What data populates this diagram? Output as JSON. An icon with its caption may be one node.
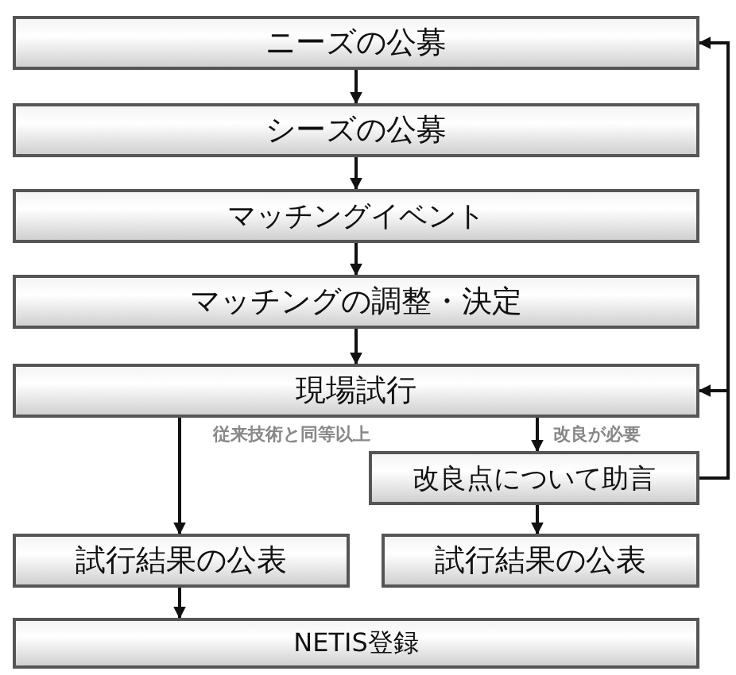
{
  "diagram": {
    "nodes": [
      {
        "text": [
          "ニーズの公募"
        ]
      },
      {
        "text": [
          "シーズの公募"
        ]
      },
      {
        "text": [
          "マッチングイベント"
        ]
      },
      {
        "text": [
          "マッチングの調整・決定"
        ]
      },
      {
        "text": [
          "現場試行"
        ]
      },
      {
        "text": [
          "改良点について助言"
        ]
      },
      {
        "text": [
          "試行結果の公表"
        ]
      },
      {
        "text": [
          "試行結果の公表"
        ]
      },
      {
        "text": [
          "NETIS登録"
        ]
      }
    ],
    "edges": [
      {
        "from": 0,
        "to": 1,
        "arrow": "to"
      },
      {
        "from": 1,
        "to": 2,
        "arrow": "to"
      },
      {
        "from": 2,
        "to": 3,
        "arrow": "to"
      },
      {
        "from": 3,
        "to": 4,
        "arrow": "to"
      },
      {
        "from": 4,
        "to": 6,
        "arrow": "to",
        "label": "従来技術と同等以上"
      },
      {
        "from": 4,
        "to": 5,
        "arrow": "to",
        "label": "改良が必要"
      },
      {
        "from": 5,
        "to": 7,
        "arrow": "to"
      },
      {
        "from": 6,
        "to": 8,
        "arrow": "to"
      },
      {
        "from": 5,
        "to": 4,
        "arrow": "to"
      },
      {
        "from": 5,
        "to": 0,
        "arrow": "to"
      }
    ]
  }
}
